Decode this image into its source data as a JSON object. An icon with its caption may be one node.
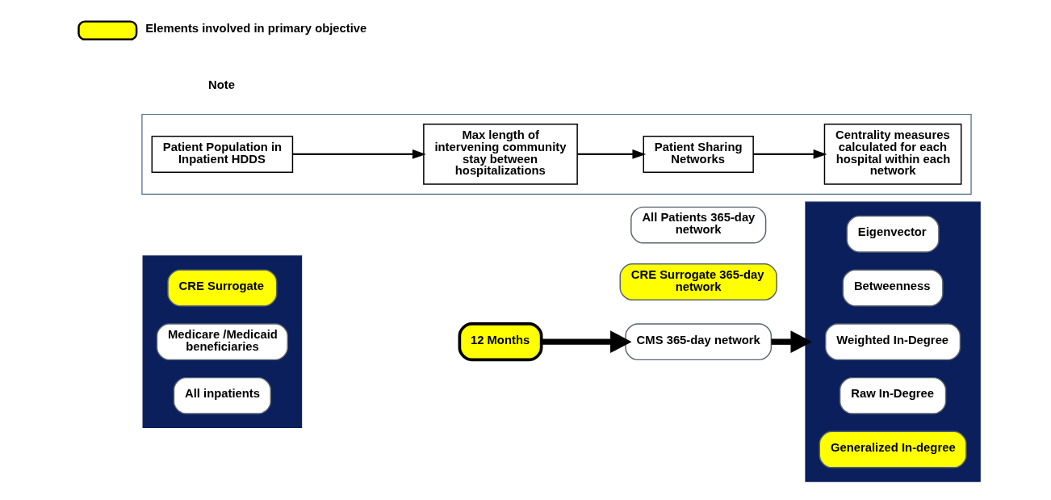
{
  "diagram": {
    "nodes": [
      {
        "text": [],
        "shape": "box"
      },
      {
        "text": [
          "Patient Population in Inpatient HDDS"
        ],
        "in": 0
      },
      {
        "text": [
          "Max length of intervening community stay between hospitalizations"
        ],
        "in": 0
      },
      {
        "text": [
          "Patient Sharing Networks"
        ],
        "in": 0
      },
      {
        "text": [
          "Centrality measures calculated for each hospital within each network"
        ],
        "in": 0
      },
      {
        "text": [],
        "shape": "box"
      },
      {
        "text": [
          "All inpatients"
        ],
        "in": 5
      },
      {
        "text": [
          "Medicare /Medicaid beneficiaries"
        ],
        "in": 5
      },
      {
        "text": [
          "CRE Surrogate"
        ],
        "in": 5
      },
      {
        "text": [
          "12 Months"
        ]
      },
      {
        "text": [
          "All Patients 365-day network"
        ]
      },
      {
        "text": [
          "CMS 365-day network"
        ]
      },
      {
        "text": [
          "CRE Surrogate 365-day network"
        ]
      },
      {
        "text": [],
        "shape": "box"
      },
      {
        "text": [
          "Generalized In-degree"
        ],
        "in": 13
      },
      {
        "text": [
          "Raw In-Degree"
        ],
        "in": 13
      },
      {
        "text": [
          "Weighted In-Degree"
        ],
        "in": 13
      },
      {
        "text": [
          "Betweenness"
        ],
        "in": 13
      },
      {
        "text": [
          "Eigenvector"
        ],
        "in": 13
      }
    ],
    "edges": [
      {
        "from": 1,
        "to": 2,
        "arrow": "to"
      },
      {
        "from": 2,
        "to": 3,
        "arrow": "to"
      },
      {
        "from": 3,
        "to": 4,
        "arrow": "to"
      },
      {
        "from": 9,
        "to": 11,
        "arrow": "to",
        "style": "thick"
      },
      {
        "from": 11,
        "to": 13,
        "arrow": "to",
        "style": "thick"
      }
    ],
    "labels": [
      "Note"
    ],
    "legend": [
      {
        "text": "Elements involved in primary objective",
        "color": "#ffff00"
      }
    ]
  }
}
